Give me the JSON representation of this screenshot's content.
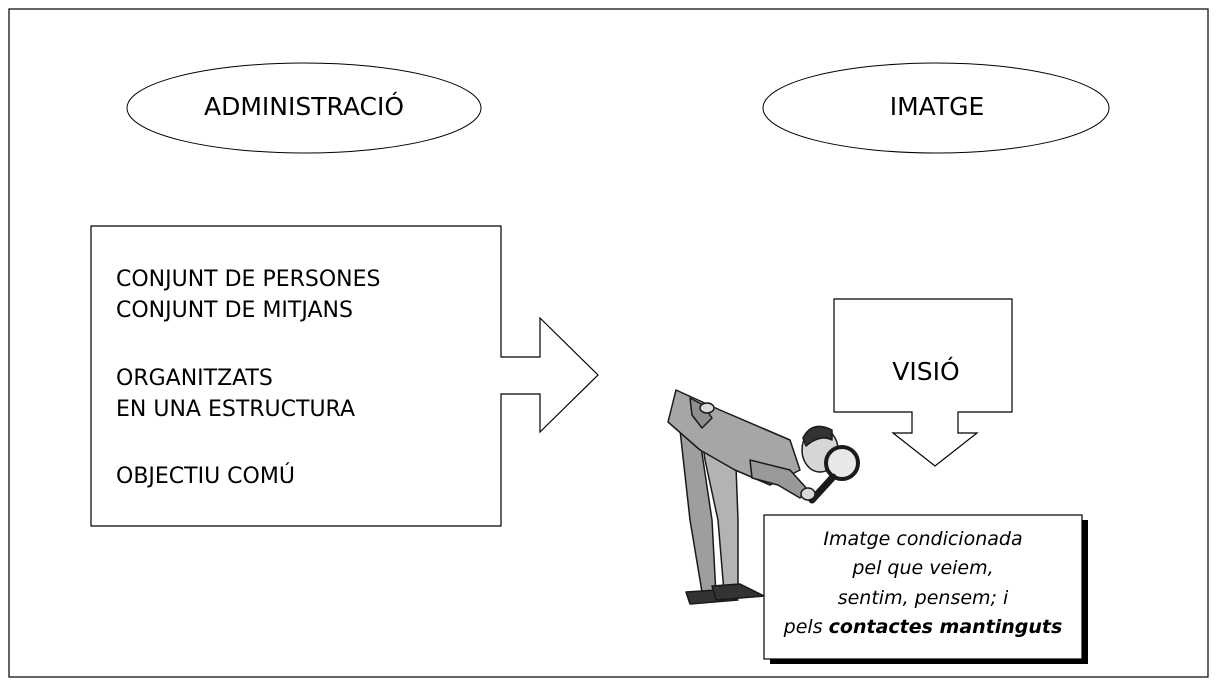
{
  "ellipses": {
    "left": "ADMINISTRACIÓ",
    "right": "IMATGE"
  },
  "definition_box": {
    "lines": [
      "CONJUNT DE PERSONES",
      "CONJUNT DE MITJANS",
      "ORGANITZATS",
      "EN UNA ESTRUCTURA",
      "OBJECTIU COMÚ"
    ]
  },
  "vision_callout": {
    "label": "VISIÓ"
  },
  "caption": {
    "line1": "Imatge condicionada",
    "line2": "pel que veiem,",
    "line3": "sentim, pensem; i",
    "line4_prefix": "pels",
    "line4_emphasis": "contactes mantinguts"
  },
  "illustration": {
    "icon": "man-with-magnifying-glass-icon"
  },
  "colors": {
    "stroke": "#000000",
    "figure_suit": "#a6a6a6",
    "figure_dark": "#4d4d4d"
  }
}
